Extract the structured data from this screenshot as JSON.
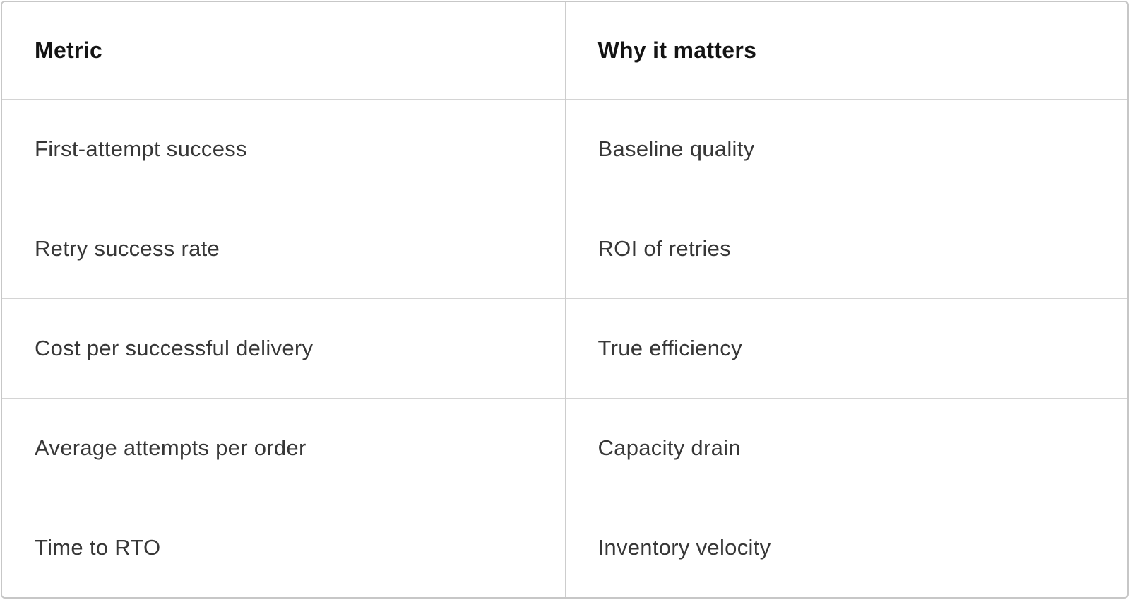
{
  "table": {
    "headers": {
      "metric": "Metric",
      "why": "Why it matters"
    },
    "rows": [
      {
        "metric": "First-attempt success",
        "why": "Baseline quality"
      },
      {
        "metric": "Retry success rate",
        "why": "ROI of retries"
      },
      {
        "metric": "Cost per successful delivery",
        "why": "True efficiency"
      },
      {
        "metric": "Average attempts per order",
        "why": "Capacity drain"
      },
      {
        "metric": "Time to RTO",
        "why": "Inventory velocity"
      }
    ]
  },
  "chart_data": {
    "type": "table",
    "columns": [
      "Metric",
      "Why it matters"
    ],
    "cells": [
      [
        "First-attempt success",
        "Baseline quality"
      ],
      [
        "Retry success rate",
        "ROI of retries"
      ],
      [
        "Cost per successful delivery",
        "True efficiency"
      ],
      [
        "Average attempts per order",
        "Capacity drain"
      ],
      [
        "Time to RTO",
        "Inventory velocity"
      ]
    ]
  },
  "colors": {
    "background": "#ffffff",
    "outer_border": "#c7c7c7",
    "row_divider": "#d4d4d4",
    "column_divider": "#cdcdcd",
    "header_text": "#141414",
    "body_text": "#373737"
  }
}
